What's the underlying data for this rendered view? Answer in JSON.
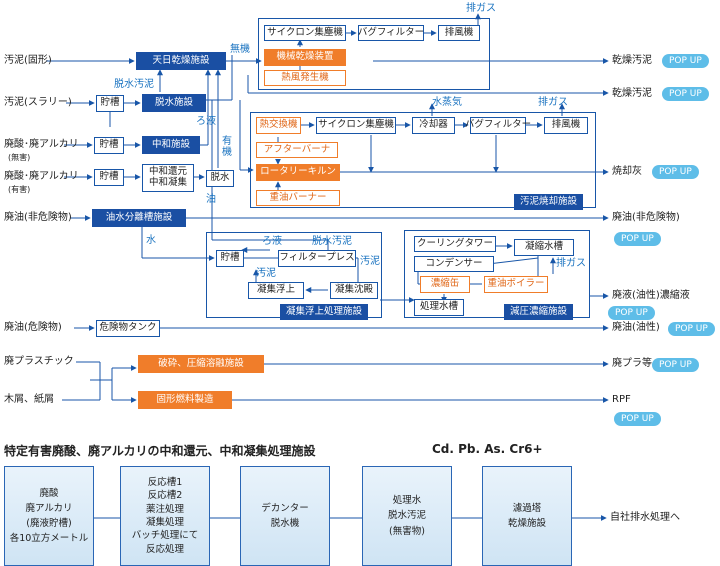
{
  "inputs": {
    "sludge_solid": "汚泥(固形)",
    "sludge_slurry": "汚泥(スラリー)",
    "acid_alkali_nonhaz": "廃酸･廃アルカリ",
    "nonhaz_note": "(無害)",
    "acid_alkali_haz": "廃酸･廃アルカリ",
    "haz_note": "(有害)",
    "oil_nonhaz": "廃油(非危険物)",
    "oil_haz": "廃油(危険物)",
    "plastic": "廃プラスチック",
    "wood_paper": "木屑、紙屑"
  },
  "boxes": {
    "sun_dry": "天日乾燥施設",
    "storage1": "貯槽",
    "dewater_facility": "脱水施設",
    "storage2": "貯槽",
    "neutralize": "中和施設",
    "storage3": "貯槽",
    "reduce_line1": "中和還元",
    "reduce_line2": "中和凝集",
    "dewater": "脱水",
    "oil_separator": "油水分離槽施設",
    "haz_tank": "危険物タンク",
    "crush": "破砕、圧縮溶融施設",
    "solid_fuel": "固形燃料製造",
    "cyclone1": "サイクロン集塵機",
    "bagfilter1": "バグフィルター",
    "exhaust1": "排風機",
    "mech_dryer": "機械乾燥装置",
    "hot_air": "熱風発生機",
    "heat_exchanger": "熱交換機",
    "cyclone2": "サイクロン集塵機",
    "cooler": "冷却器",
    "bagfilter2": "バグフィルター",
    "exhaust2": "排風機",
    "afterburner": "アフターバーナ",
    "rotary_kiln": "ロータリーキルン",
    "heavy_oil_burner": "重油バーナー",
    "storage4": "貯槽",
    "filter_press": "フィルタープレス",
    "float_coag": "凝集浮上",
    "coag_settle": "凝集沈殿",
    "cooling_tower": "クーリングタワー",
    "condensate_tank": "凝縮水槽",
    "condenser": "コンデンサー",
    "concentrator": "濃縮缶",
    "oil_boiler": "重油ボイラー",
    "treated_tank": "処理水槽"
  },
  "regions": {
    "incinerator": "汚泥焼却施設",
    "flotation": "凝集浮上処理施設",
    "vacuum": "減圧濃縮施設"
  },
  "flow_labels": {
    "exhaust_gas_top": "排ガス",
    "inorganic": "無機",
    "dewatered_sludge": "脱水汚泥",
    "filtrate_liquid": "ろ液",
    "organic": "有機",
    "steam": "水蒸気",
    "exhaust_gas_mid": "排ガス",
    "oil": "油",
    "water": "水",
    "filtrate": "ろ液",
    "dewatered_sludge2": "脱水汚泥",
    "sludge_a": "汚泥",
    "sludge_b": "汚泥",
    "exhaust_gas_low": "排ガス"
  },
  "outputs": {
    "dried_sludge1": "乾燥汚泥",
    "dried_sludge2": "乾燥汚泥",
    "ash": "焼却灰",
    "oil_nonhaz_out": "廃油(非危険物)",
    "oily_conc": "廃液(油性)濃縮液",
    "oil_oily": "廃油(油性)",
    "plastic_out": "廃プラ等",
    "rpf": "RPF"
  },
  "popup_label": "POP UP",
  "bottom": {
    "title": "特定有害廃酸、廃アルカリの中和還元、中和凝集処理施設",
    "metals": "Cd. Pb. As. Cr6+",
    "box1": [
      "廃酸",
      "廃アルカリ",
      "(廃液貯槽)",
      "各10立方メートル"
    ],
    "box2": [
      "反応槽1",
      "反応槽2",
      "薬注処理",
      "凝集処理",
      "バッチ処理にて",
      "反応処理"
    ],
    "box3": [
      "デカンター",
      "脱水機"
    ],
    "box4": [
      "処理水",
      "脱水汚泥",
      "(無害物)"
    ],
    "box5": [
      "濾過塔",
      "乾燥施設"
    ],
    "final": "自社排水処理へ"
  },
  "colors": {
    "navy": "#1a4fa3",
    "orange": "#f07d2a",
    "popup": "#5ebde8"
  }
}
